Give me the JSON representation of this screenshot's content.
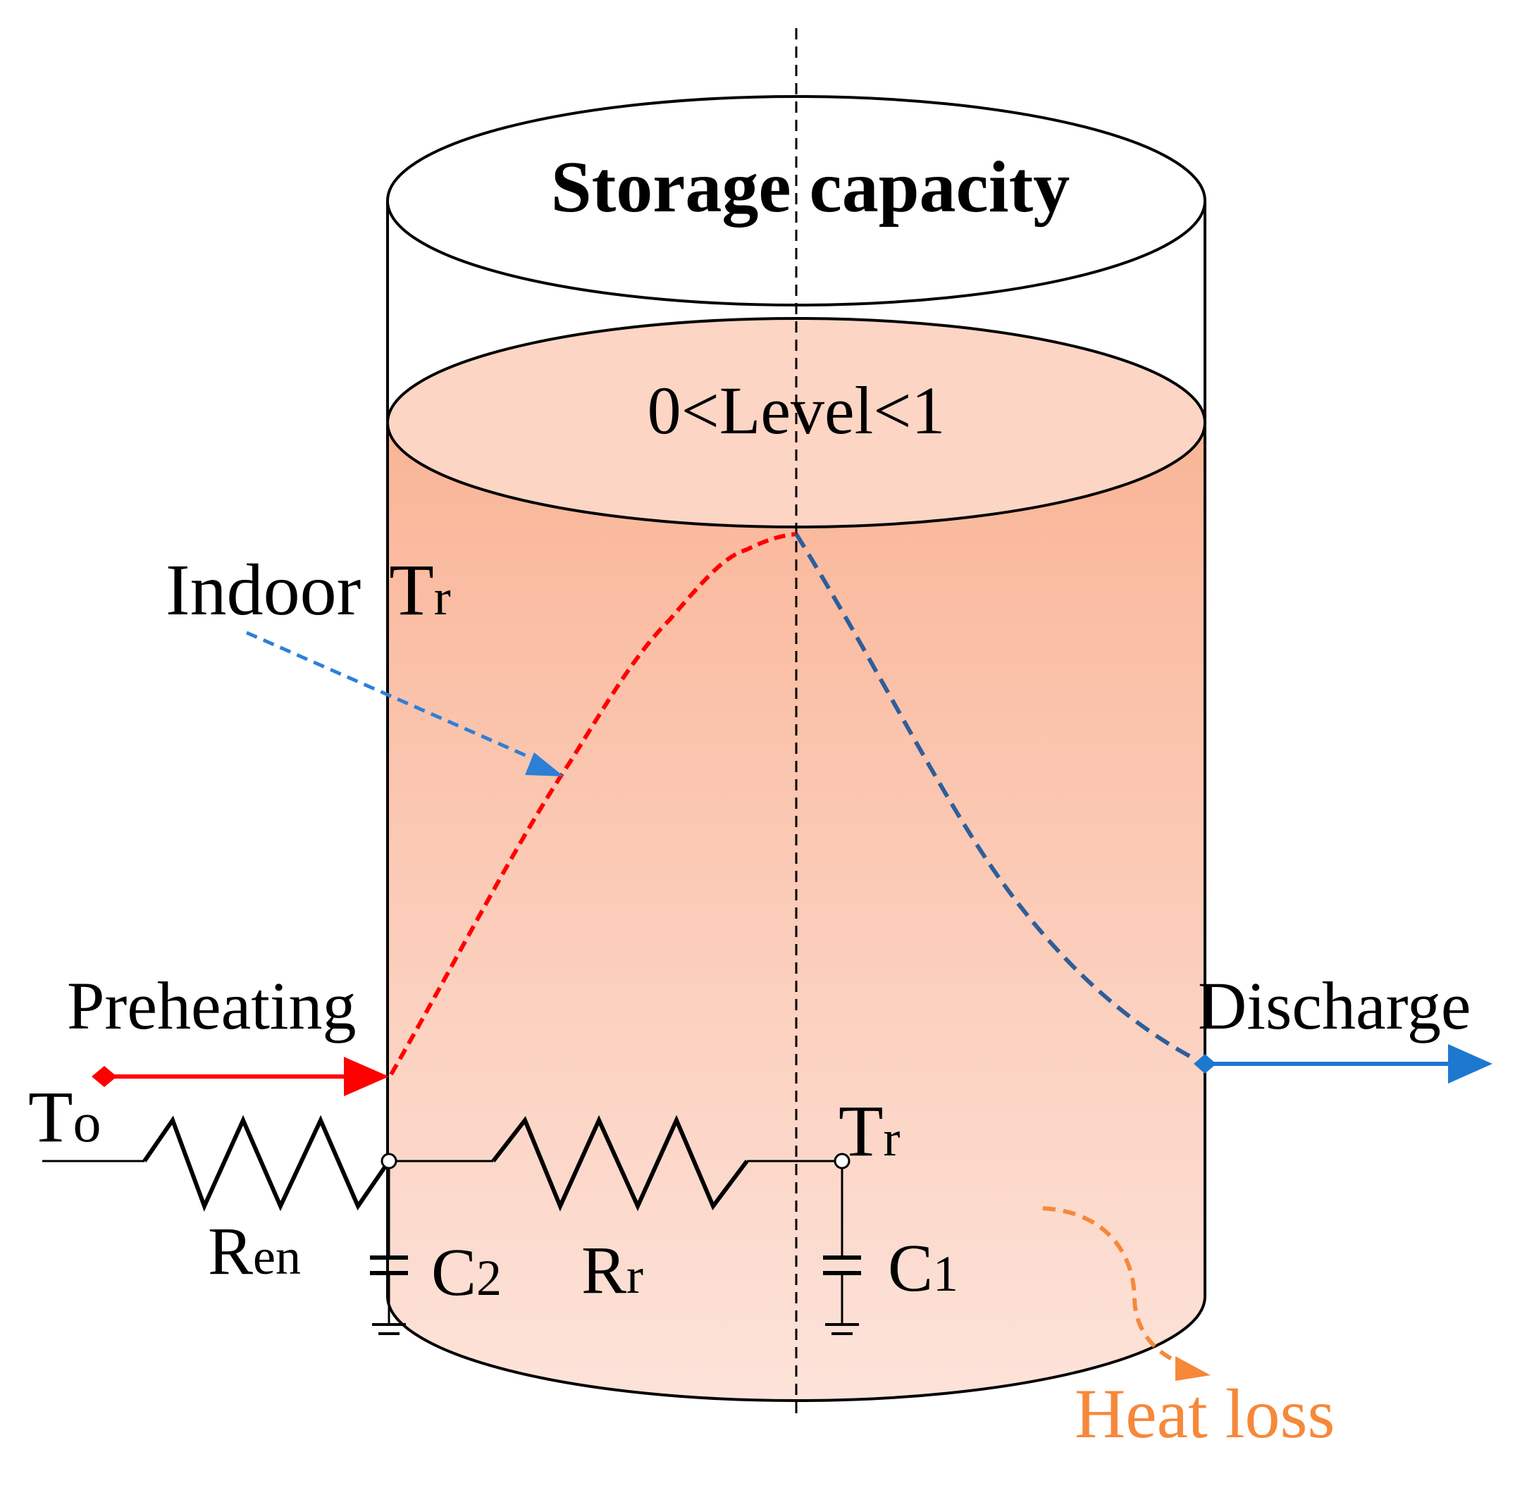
{
  "labels": {
    "storage_capacity": "Storage capacity",
    "level": "0<Level<1",
    "indoor": "Indoor",
    "indoor_T": "T",
    "indoor_sub": "r",
    "preheating": "Preheating",
    "discharge": "Discharge",
    "heat_loss": "Heat loss",
    "To_T": "T",
    "To_sub": "o",
    "Tr_T": "T",
    "Tr_sub": "r",
    "Ren_R": "R",
    "Ren_sub": "en",
    "Rr_R": "R",
    "Rr_sub": "r",
    "C2_C": "C",
    "C2_sub": "2",
    "C1_C": "C",
    "C1_sub": "1"
  },
  "colors": {
    "outline": "#000000",
    "fill_top": "#f9b597",
    "fill_bottom": "#fde3da",
    "preheat": "#ff0000",
    "heating_curve": "#ff0000",
    "cooling_curve": "#2e5e9a",
    "discharge": "#1e78d0",
    "indoor_arrow": "#2e7fd6",
    "heat_loss": "#f6883a"
  }
}
